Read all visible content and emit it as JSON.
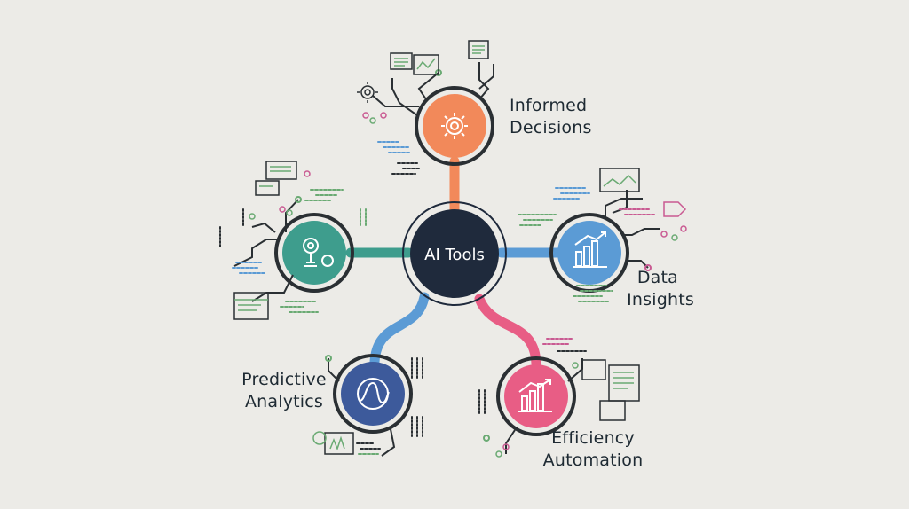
{
  "diagram": {
    "center": {
      "label": "AI Tools",
      "color": "#1f2a3c"
    },
    "nodes": [
      {
        "id": "informed-decisions",
        "line1": "Informed",
        "line2": "Decisions",
        "color": "#f2895a",
        "icon": "gear-icon"
      },
      {
        "id": "data-insights",
        "line1": "Data",
        "line2": "Insights",
        "color": "#5b9bd5",
        "icon": "bar-chart-icon"
      },
      {
        "id": "efficiency-automation",
        "line1": "Efficiency",
        "line2": "Automation",
        "color": "#e85d85",
        "icon": "bar-chart-icon"
      },
      {
        "id": "predictive-analytics",
        "line1": "Predictive",
        "line2": "Analytics",
        "color": "#3d5a9b",
        "icon": "globe-chart-icon"
      },
      {
        "id": "process-automation",
        "color": "#3e9d8d",
        "icon": "robot-arm-icon"
      }
    ],
    "accent_colors": {
      "green": "#6aaa73",
      "pink": "#c95a92",
      "dark": "#2a2f33",
      "blue": "#5b9bd5"
    }
  }
}
